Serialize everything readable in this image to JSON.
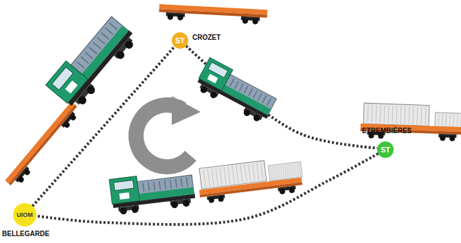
{
  "diagram": {
    "nodes": [
      {
        "text": [
          "ST",
          "CROZET"
        ]
      },
      {
        "text": [
          "ST",
          "ETREMBIÈRES"
        ]
      },
      {
        "text": [
          "UIOM",
          "BELLEGARDE"
        ]
      }
    ],
    "edges": [
      {
        "from": 0,
        "to": 1,
        "arrow": "none"
      },
      {
        "from": 1,
        "to": 2,
        "arrow": "none"
      },
      {
        "from": 2,
        "to": 0,
        "arrow": "none"
      }
    ]
  }
}
